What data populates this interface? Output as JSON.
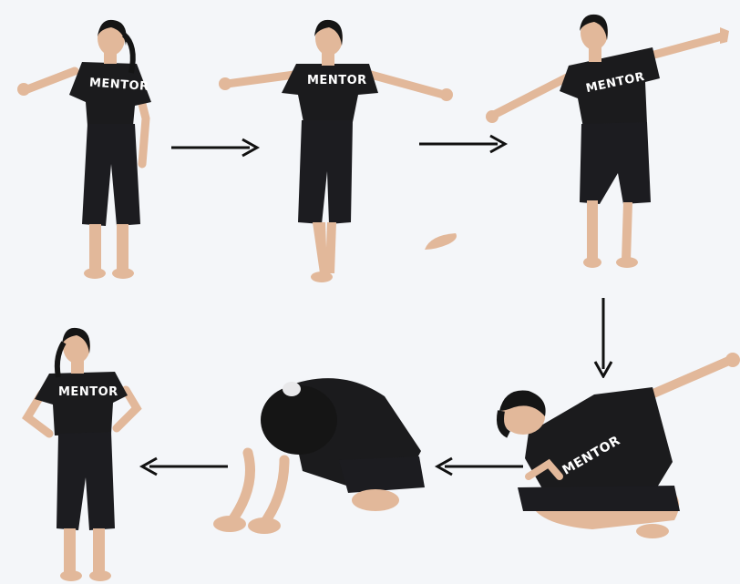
{
  "scene": {
    "background": "#f4f6f9",
    "skin_color": "#e2b89a",
    "shirt_color": "#1b1b1d",
    "pants_color": "#1c1c20",
    "hair_color": "#151515",
    "arrow_color": "#111111"
  },
  "shirt_print": "MENTOR",
  "poses": [
    {
      "step": 1,
      "description": "standing, arms out to sides, mudra hands"
    },
    {
      "step": 2,
      "description": "standing, arms out, heels lifted"
    },
    {
      "step": 3,
      "description": "one leg lifted, arms stretched diagonally"
    },
    {
      "step": 4,
      "description": "seated cross-legged, leaning sideways, arm raised"
    },
    {
      "step": 5,
      "description": "seated folded forward, head down"
    },
    {
      "step": 6,
      "description": "standing, hands on hips"
    }
  ]
}
